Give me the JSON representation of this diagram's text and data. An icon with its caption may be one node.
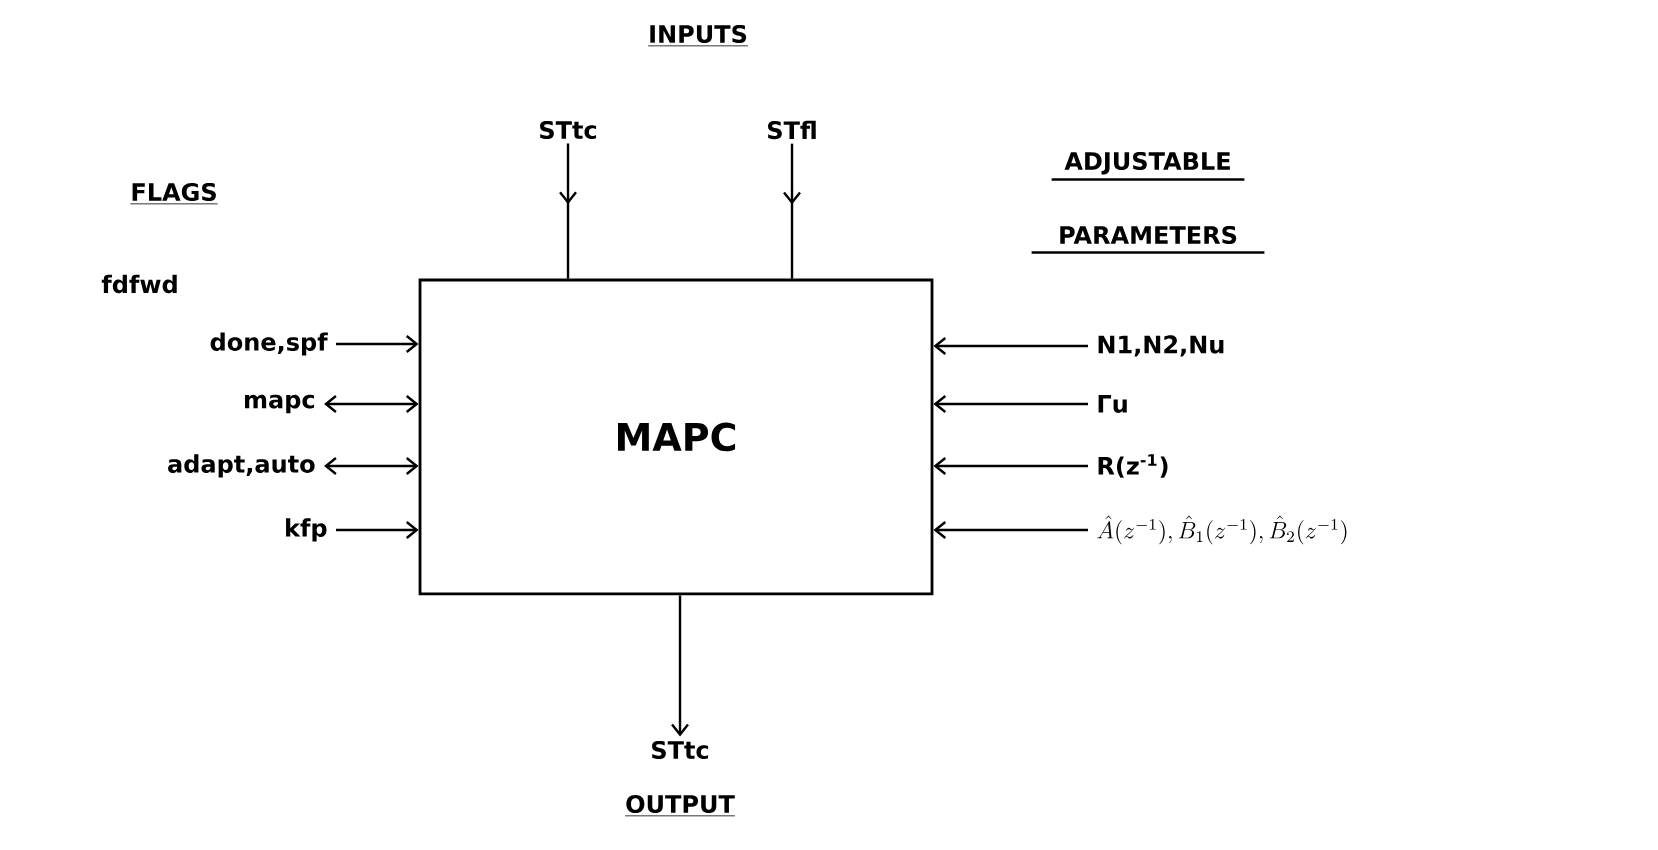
{
  "diagram": {
    "nodes": [
      {
        "text": [
          "MAPC"
        ]
      },
      {
        "text": [
          "STtc"
        ]
      },
      {
        "text": [
          "STfl"
        ]
      },
      {
        "text": [
          "done,spf"
        ]
      },
      {
        "text": [
          "mapc"
        ]
      },
      {
        "text": [
          "adapt,auto"
        ]
      },
      {
        "text": [
          "kfp"
        ]
      },
      {
        "text": [
          "N1,N2,Nu"
        ]
      },
      {
        "text": [
          "Γu"
        ]
      },
      {
        "text": [
          "R(z$^{-1}$)"
        ]
      },
      {
        "text": [
          "\\hat{A}(z^{-1}),\\hat{B}_1(z^{-1}),\\hat{B}_2(z^{-1})"
        ]
      },
      {
        "text": [
          "STtc"
        ]
      }
    ],
    "edges": [
      {
        "from": 1,
        "to": 0,
        "arrow": "to"
      },
      {
        "from": 2,
        "to": 0,
        "arrow": "to"
      },
      {
        "from": 3,
        "to": 0,
        "arrow": "to"
      },
      {
        "from": 4,
        "to": 0,
        "arrow": "both"
      },
      {
        "from": 5,
        "to": 0,
        "arrow": "both"
      },
      {
        "from": 6,
        "to": 0,
        "arrow": "to"
      },
      {
        "from": 7,
        "to": 0,
        "arrow": "to"
      },
      {
        "from": 8,
        "to": 0,
        "arrow": "to"
      },
      {
        "from": 9,
        "to": 0,
        "arrow": "to"
      },
      {
        "from": 10,
        "to": 0,
        "arrow": "to"
      },
      {
        "from": 0,
        "to": 11,
        "arrow": "to"
      }
    ],
    "labels": [
      "INPUTS",
      "FLAGS",
      "ADJUSTABLE PARAMETERS",
      "fdfwd",
      "OUTPUT"
    ]
  }
}
